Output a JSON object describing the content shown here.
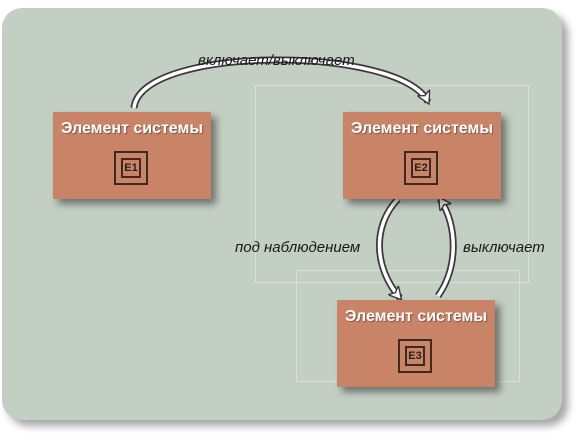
{
  "nodes": [
    {
      "title": "Элемент системы",
      "badge": "E1"
    },
    {
      "title": "Элемент системы",
      "badge": "E2"
    },
    {
      "title": "Элемент системы",
      "badge": "E3"
    }
  ],
  "edges": [
    {
      "from": "E1",
      "to": "E2",
      "label": "включает/выключает"
    },
    {
      "from": "E2",
      "to": "E3",
      "label": "под наблюдением"
    },
    {
      "from": "E3",
      "to": "E2",
      "label": "выключает"
    }
  ],
  "colors": {
    "background": "#c3cfc3",
    "node_fill": "#c98468",
    "node_text": "#ffffff",
    "arrow": "#3a3a3a"
  }
}
